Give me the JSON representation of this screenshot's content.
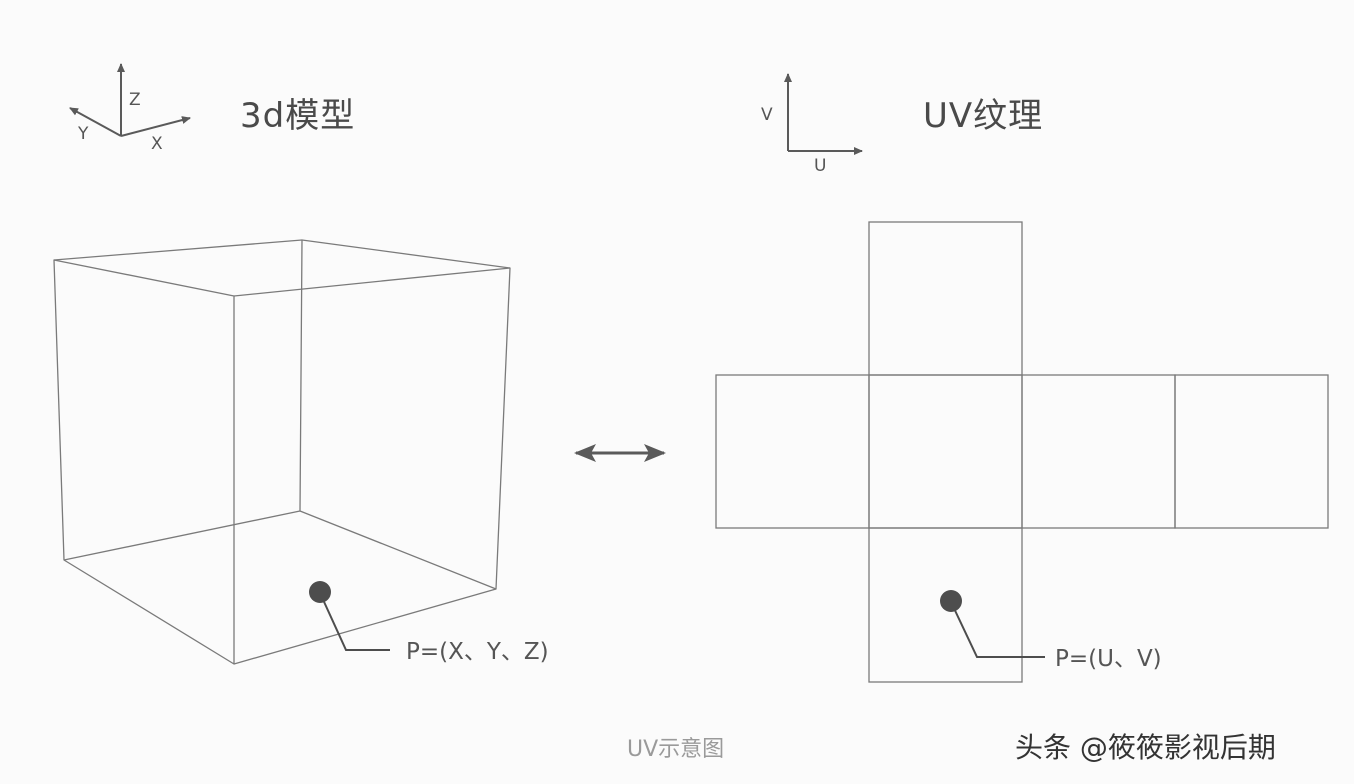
{
  "left_panel": {
    "title": "3d模型",
    "axes": {
      "x_label": "X",
      "y_label": "Y",
      "z_label": "Z"
    },
    "point_label": "P=(X、Y、Z)"
  },
  "right_panel": {
    "title": "UV纹理",
    "axes": {
      "u_label": "U",
      "v_label": "V"
    },
    "point_label": "P=(U、V)"
  },
  "caption": "UV示意图",
  "watermark": "头条 @筱筱影视后期",
  "colors": {
    "line": "#7a7a7a",
    "arrow": "#5a5a5a",
    "point": "#4d4d4d",
    "background": "#fbfbfb"
  }
}
